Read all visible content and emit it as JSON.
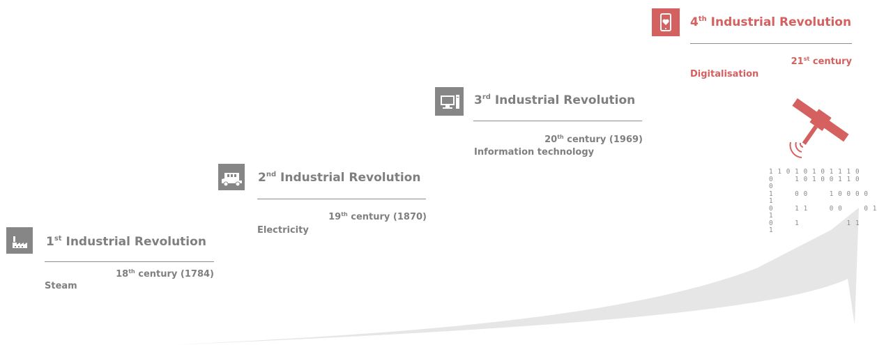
{
  "stages": [
    {
      "icon": "factory-icon",
      "ordinal": "1",
      "suffix": "st",
      "title_rest": "Industrial Revolution",
      "century_prefix": "18",
      "century_suffix": "th",
      "century_rest": "century (1784)",
      "tech": "Steam"
    },
    {
      "icon": "car-icon",
      "ordinal": "2",
      "suffix": "nd",
      "title_rest": "Industrial Revolution",
      "century_prefix": "19",
      "century_suffix": "th",
      "century_rest": "century (1870)",
      "tech": "Electricity"
    },
    {
      "icon": "computer-icon",
      "ordinal": "3",
      "suffix": "rd",
      "title_rest": "Industrial Revolution",
      "century_prefix": "20",
      "century_suffix": "th",
      "century_rest": "century (1969)",
      "tech": "Information technology"
    },
    {
      "icon": "tablet-heart-icon",
      "ordinal": "4",
      "suffix": "th",
      "title_rest": "Industrial Revolution",
      "century_prefix": "21",
      "century_suffix": "st",
      "century_rest": "century",
      "tech": "Digitalisation"
    }
  ],
  "binary_lines": [
    "1 1 0 1 0 1 0 1 1 1 0",
    "0     1 0 1 0 0 1 1 0",
    "0",
    "1     0 0     1 0 0 0 0",
    "1",
    "0     1 1     0 0     0 1",
    "1",
    "0     1           1 1",
    "1"
  ],
  "colors": {
    "gray": "#7f7f7f",
    "icon_gray": "#868686",
    "accent_red": "#d4605f",
    "arrow": "#e6e6e6"
  }
}
